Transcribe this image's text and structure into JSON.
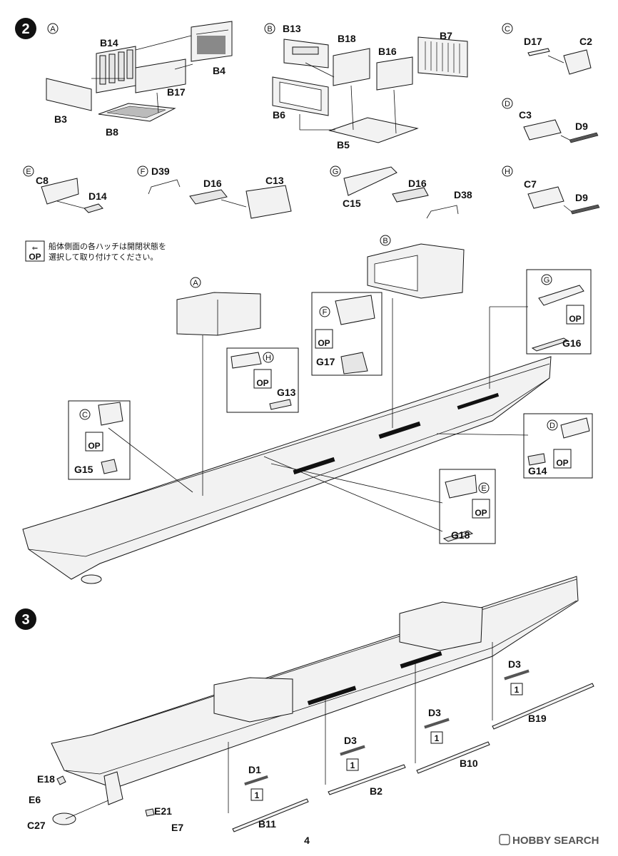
{
  "steps": [
    {
      "number": "2"
    },
    {
      "number": "3"
    }
  ],
  "sub_assemblies": {
    "A": {
      "letter": "A",
      "parts": [
        "B14",
        "B4",
        "B17",
        "B3",
        "B8"
      ]
    },
    "B": {
      "letter": "B",
      "parts": [
        "B13",
        "B18",
        "B16",
        "B7",
        "B6",
        "B5"
      ]
    },
    "C": {
      "letter": "C",
      "parts": [
        "D17",
        "C2"
      ]
    },
    "D": {
      "letter": "D",
      "parts": [
        "C3",
        "D9"
      ]
    },
    "E": {
      "letter": "E",
      "parts": [
        "C8",
        "D14"
      ]
    },
    "F": {
      "letter": "F",
      "parts": [
        "D39",
        "D16",
        "C13"
      ]
    },
    "G": {
      "letter": "G",
      "parts": [
        "D16",
        "C15",
        "D38"
      ]
    },
    "H": {
      "letter": "H",
      "parts": [
        "C7",
        "D9"
      ]
    }
  },
  "note": {
    "line1": "船体側面の各ハッチは開閉状態を",
    "line2": "選択して取り付けてください。"
  },
  "op_label": "OP",
  "hull_callouts": {
    "A": "A",
    "B": "B",
    "C": "C",
    "D": "D",
    "E": "E",
    "F": "F",
    "G": "G",
    "H": "H",
    "G13": "G13",
    "G14": "G14",
    "G15": "G15",
    "G16": "G16",
    "G17": "G17",
    "G18": "G18"
  },
  "step3_parts": {
    "E18": "E18",
    "E6": "E6",
    "C27": "C27",
    "E21": "E21",
    "E7": "E7",
    "D1": "D1",
    "B11": "B11",
    "D3a": "D3",
    "B2": "B2",
    "D3b": "D3",
    "B10": "B10",
    "D3c": "D3",
    "B19": "B19",
    "one": "1"
  },
  "page_number": "4",
  "watermark": "HOBBY SEARCH"
}
